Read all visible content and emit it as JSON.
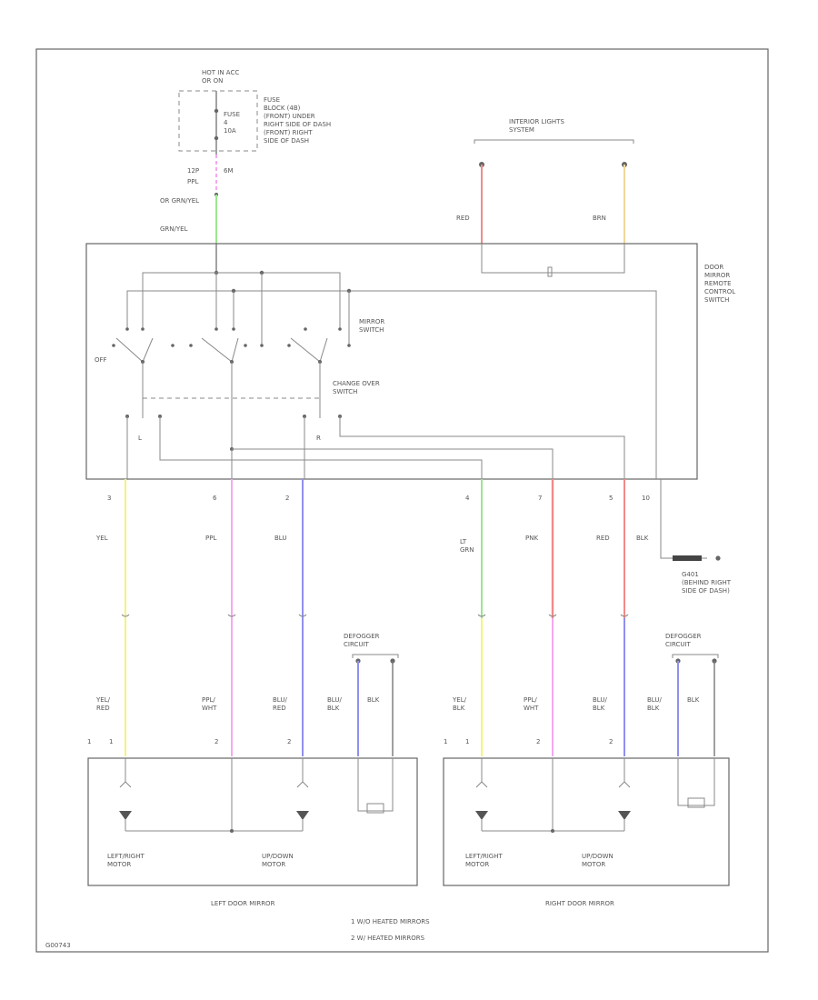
{
  "labels": {
    "hot_in_run": "HOT IN ACC\nOR ON",
    "fuse": "FUSE\n4\n10A",
    "fuse_block": "FUSE\nBLOCK (4B)\n(FRONT) UNDER\nRIGHT SIDE OF DASH\n(FRONT) RIGHT\nSIDE OF DASH",
    "wire_12p": "12P",
    "wire_ppl_top": "PPL",
    "wire_6m": "6M",
    "wire_or_grn": "OR GRN/YEL",
    "wire_grnyel": "GRN/YEL",
    "interior_lights": "INTERIOR LIGHTS\nSYSTEM",
    "wire_red_top": "RED",
    "wire_brn_top": "BRN",
    "door_mirror_switch": "DOOR\nMIRROR\nREMOTE\nCONTROL\nSWITCH",
    "mirror_switch": "MIRROR\nSWITCH",
    "change_over_switch": "CHANGE OVER\nSWITCH",
    "off": "OFF",
    "l_label": "L",
    "r_label": "R",
    "w_yel": "YEL",
    "w_ppl": "PPL",
    "w_blu": "BLU",
    "w_ltgrn": "LT\nGRN",
    "w_pnk": "PNK",
    "w_red": "RED",
    "w_blk": "BLK",
    "g_label": "G401\n(BEHIND RIGHT\nSIDE OF DASH)",
    "defogger_left": "DEFOGGER\nCIRCUIT",
    "defogger_right": "DEFOGGER\nCIRCUIT",
    "w_yelred": "YEL/\nRED",
    "w_pplwht": "PPL/\nWHT",
    "w_blured": "BLU/\nRED",
    "w_blublk": "BLU/\nBLK",
    "w_blk_s": "BLK",
    "w_yelblk": "YEL/\nBLK",
    "w_pplwht_r": "PPL/\nWHT",
    "w_blublk_r": "BLU/\nBLK",
    "w_blublk_r2": "BLU/\nBLK",
    "w_blk_r": "BLK",
    "lr_motor_left": "LEFT/RIGHT\nMOTOR",
    "ud_motor_left": "UP/DOWN\nMOTOR",
    "lr_motor_right": "LEFT/RIGHT\nMOTOR",
    "ud_motor_right": "UP/DOWN\nMOTOR",
    "left_door_mirror": "LEFT DOOR MIRROR",
    "right_door_mirror": "RIGHT DOOR MIRROR",
    "note1": "1   W/O HEATED MIRRORS",
    "note2": "2   W/ HEATED MIRRORS",
    "footer_code": "G00743"
  },
  "pins": {
    "p3": "3",
    "p6": "6",
    "p2": "2",
    "p4": "4",
    "p7": "7",
    "p5": "5",
    "p10": "10",
    "m1": "1",
    "m1b": "1",
    "m2": "2",
    "m2b": "2",
    "mr1": "1",
    "mr1b": "1",
    "mr2": "2",
    "mr2b": "2"
  },
  "colors": {
    "yellow": "#f4f47a",
    "pink": "#f7a8f0",
    "blue": "#8f90f0",
    "green": "#9be68f",
    "red": "#f38a8a",
    "tan": "#f0d89a"
  }
}
